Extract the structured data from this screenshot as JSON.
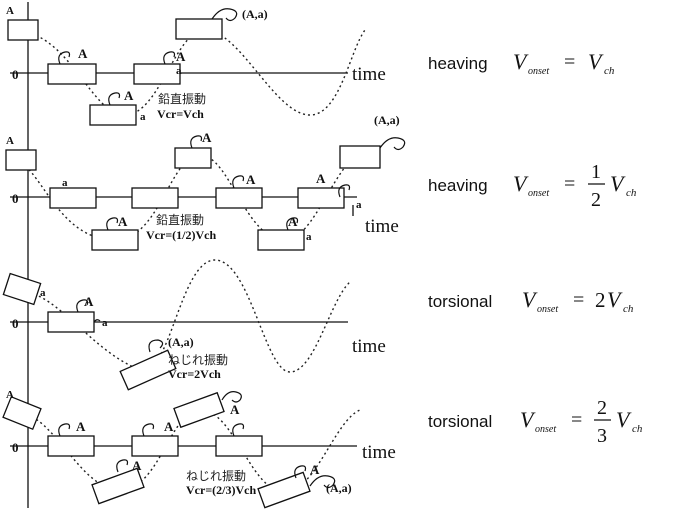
{
  "panels": [
    {
      "axis_label": "time",
      "japanese_label": "鉛直振動",
      "vcr_label": "Vcr=Vch",
      "zero_label": "0",
      "points": [
        "A",
        "A",
        "A",
        "a",
        "a",
        "A",
        "(A,a)"
      ],
      "mode": "heaving",
      "equation": {
        "lhs": "V",
        "lhs_sub": "onset",
        "eq": "=",
        "rhs_coef": "",
        "rhs": "V",
        "rhs_sub": "ch"
      }
    },
    {
      "axis_label": "time",
      "japanese_label": "鉛直振動",
      "vcr_label": "Vcr=(1/2)Vch",
      "zero_label": "0",
      "points": [
        "A",
        "a",
        "A",
        "A",
        "A",
        "A",
        "A",
        "a",
        "a",
        "(A,a)"
      ],
      "mode": "heaving",
      "equation": {
        "lhs": "V",
        "lhs_sub": "onset",
        "eq": "=",
        "frac_num": "1",
        "frac_den": "2",
        "rhs": "V",
        "rhs_sub": "ch"
      }
    },
    {
      "axis_label": "time",
      "japanese_label": "ねじれ振動",
      "vcr_label": "Vcr=2Vch",
      "zero_label": "0",
      "points": [
        "a",
        "A",
        "a",
        "(A,a)"
      ],
      "mode": "torsional",
      "equation": {
        "lhs": "V",
        "lhs_sub": "onset",
        "eq": "=",
        "rhs_coef": "2",
        "rhs": "V",
        "rhs_sub": "ch"
      }
    },
    {
      "axis_label": "time",
      "japanese_label": "ねじれ振動",
      "vcr_label": "Vcr=(2/3)Vch",
      "zero_label": "0",
      "points": [
        "A",
        "A",
        "A",
        "A",
        "A",
        "A",
        "(A,a)"
      ],
      "mode": "torsional",
      "equation": {
        "lhs": "V",
        "lhs_sub": "onset",
        "eq": "=",
        "frac_num": "2",
        "frac_den": "3",
        "rhs": "V",
        "rhs_sub": "ch"
      }
    }
  ]
}
